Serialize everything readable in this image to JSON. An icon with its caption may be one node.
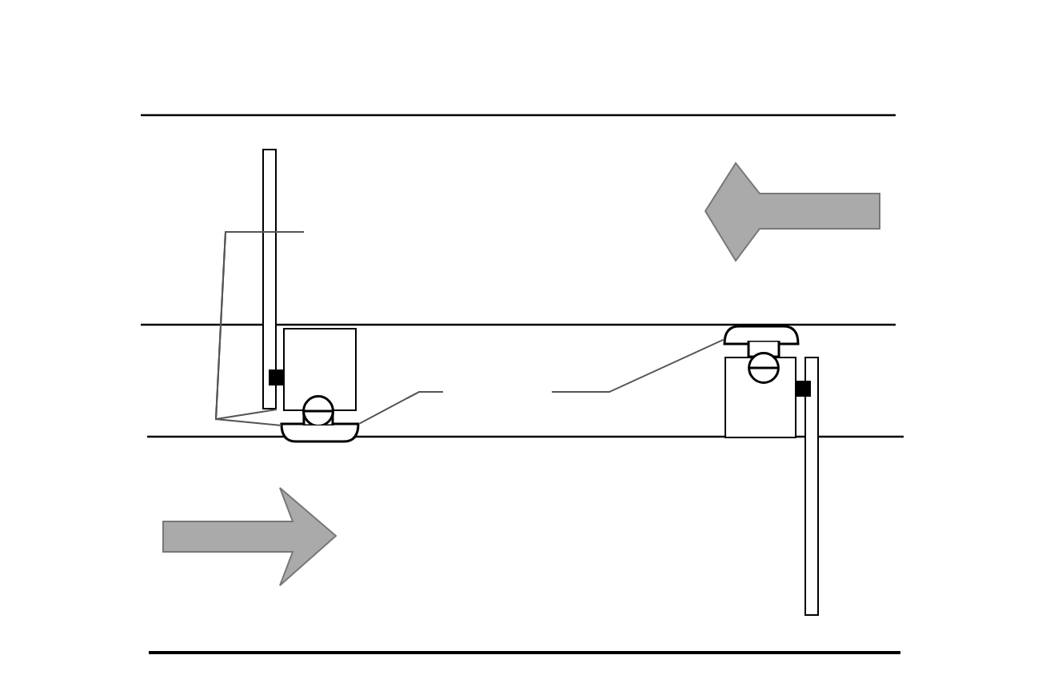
{
  "diagram": {
    "nodes": [
      {
        "text": [],
        "shape": "bar"
      },
      {
        "text": [],
        "shape": "box"
      },
      {
        "text": [],
        "shape": "circle"
      },
      {
        "text": [],
        "shape": "dome"
      },
      {
        "text": [],
        "shape": "dome"
      },
      {
        "text": [],
        "shape": "circle"
      },
      {
        "text": [],
        "shape": "box"
      },
      {
        "text": [],
        "shape": "bar"
      }
    ],
    "edges": [
      {
        "from": null,
        "to": 0,
        "arrow": "none"
      },
      {
        "from": null,
        "to": 3,
        "arrow": "none"
      },
      {
        "from": null,
        "to": 3,
        "arrow": "none"
      },
      {
        "from": null,
        "to": 4,
        "arrow": "none"
      }
    ]
  }
}
